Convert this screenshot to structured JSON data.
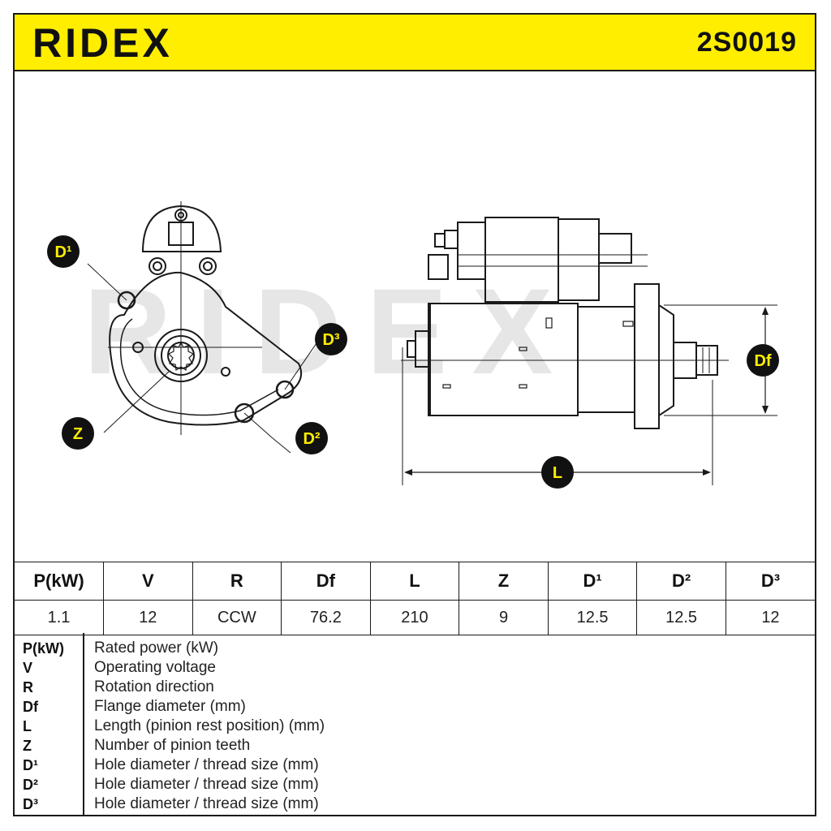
{
  "header": {
    "brand": "RIDEX",
    "part_number": "2S0019"
  },
  "colors": {
    "brand_yellow": "#ffee00",
    "line": "#1a1a1a",
    "watermark": "#e6e6e6"
  },
  "watermark": "RIDEX",
  "diagram": {
    "labels": {
      "d1": "D¹",
      "d2": "D²",
      "d3": "D³",
      "z": "Z",
      "df": "Df",
      "l": "L"
    }
  },
  "specs": {
    "headers": [
      "P(kW)",
      "V",
      "R",
      "Df",
      "L",
      "Z",
      "D¹",
      "D²",
      "D³"
    ],
    "values": [
      "1.1",
      "12",
      "CCW",
      "76.2",
      "210",
      "9",
      "12.5",
      "12.5",
      "12"
    ]
  },
  "legend": [
    {
      "key": "P(kW)",
      "desc": "Rated power (kW)"
    },
    {
      "key": "V",
      "desc": "Operating voltage"
    },
    {
      "key": "R",
      "desc": "Rotation direction"
    },
    {
      "key": "Df",
      "desc": "Flange diameter (mm)"
    },
    {
      "key": "L",
      "desc": "Length (pinion rest position) (mm)"
    },
    {
      "key": "Z",
      "desc": "Number of pinion teeth"
    },
    {
      "key": "D¹",
      "desc": "Hole diameter / thread size (mm)"
    },
    {
      "key": "D²",
      "desc": "Hole diameter / thread size (mm)"
    },
    {
      "key": "D³",
      "desc": "Hole diameter / thread size (mm)"
    }
  ]
}
